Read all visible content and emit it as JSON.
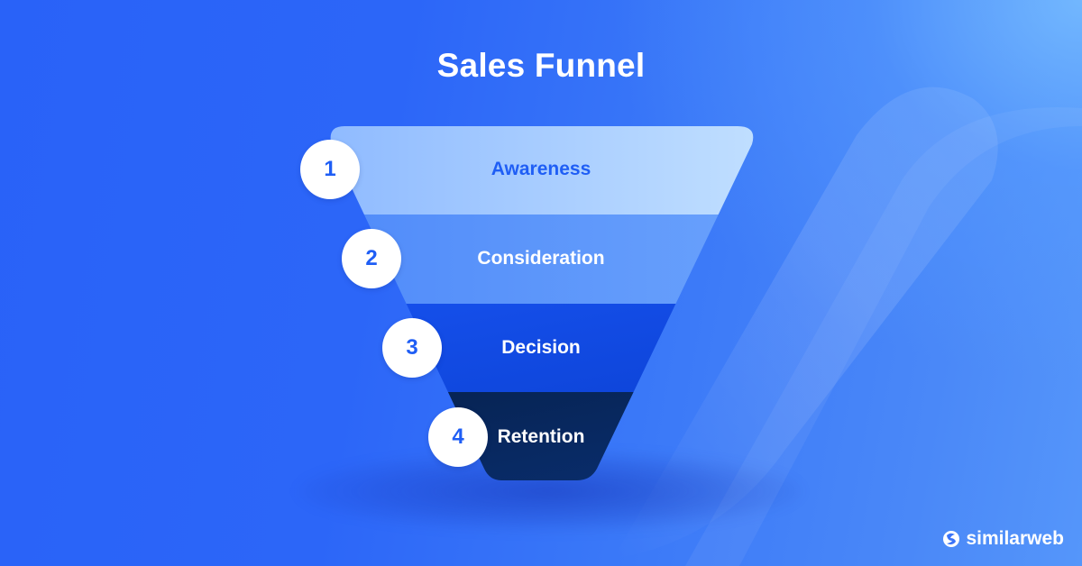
{
  "title": "Sales Funnel",
  "colors": {
    "background": "#2962f8",
    "background_highlight": "#6ab0ff",
    "band_1": "#b6d6ff",
    "band_2": "#5a95fb",
    "band_3": "#124ce6",
    "band_4": "#07285f",
    "circle_fill": "#ffffff",
    "circle_text": "#1f5ef5",
    "awareness_text": "#1f5ef5",
    "label_text": "#ffffff"
  },
  "funnel": {
    "stages": [
      {
        "number": "1",
        "label": "Awareness"
      },
      {
        "number": "2",
        "label": "Consideration"
      },
      {
        "number": "3",
        "label": "Decision"
      },
      {
        "number": "4",
        "label": "Retention"
      }
    ]
  },
  "brand": {
    "logo_icon": "similarweb-logo-icon",
    "name": "similarweb"
  }
}
